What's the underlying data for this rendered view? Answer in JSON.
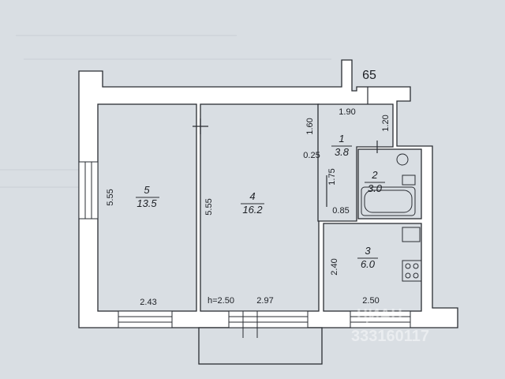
{
  "plan_number": "65",
  "rooms": [
    {
      "number": "5",
      "area": "13.5"
    },
    {
      "number": "4",
      "area": "16.2"
    },
    {
      "number": "1",
      "area": "3.8"
    },
    {
      "number": "2",
      "area": "3.0"
    },
    {
      "number": "3",
      "area": "6.0"
    }
  ],
  "dimensions": {
    "room5_height": "5.55",
    "room4_height": "5.55",
    "room5_width": "2.43",
    "ceiling_height": "h=2.50",
    "room4_width": "2.97",
    "room3_width": "2.50",
    "hall_top_width": "1.90",
    "hall_left": "1.60",
    "hall_right": "1.20",
    "hall_gap": "0.25",
    "hall_side": "1.75",
    "bath_gap": "0.85",
    "room3_height": "2.40"
  },
  "watermark": {
    "brand": "ЦИАН",
    "id": "333160117"
  },
  "colors": {
    "background": "#d9dee3",
    "wall": "#ffffff",
    "line": "#2a2d33"
  }
}
